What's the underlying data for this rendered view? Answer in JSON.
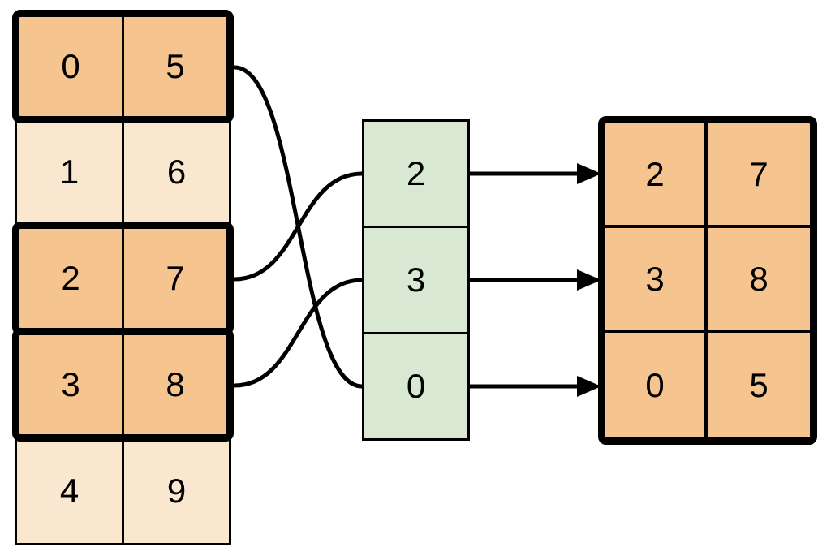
{
  "source_table": {
    "rows": [
      {
        "cells": [
          "0",
          "5"
        ],
        "highlighted": true
      },
      {
        "cells": [
          "1",
          "6"
        ],
        "highlighted": false
      },
      {
        "cells": [
          "2",
          "7"
        ],
        "highlighted": true
      },
      {
        "cells": [
          "3",
          "8"
        ],
        "highlighted": true
      },
      {
        "cells": [
          "4",
          "9"
        ],
        "highlighted": false
      }
    ]
  },
  "index_column": {
    "cells": [
      "2",
      "3",
      "0"
    ]
  },
  "result_table": {
    "rows": [
      {
        "cells": [
          "2",
          "7"
        ]
      },
      {
        "cells": [
          "3",
          "8"
        ]
      },
      {
        "cells": [
          "0",
          "5"
        ]
      }
    ]
  },
  "connections": {
    "curves": [
      {
        "source_row": 0,
        "index_position": 2,
        "index_value": "0"
      },
      {
        "source_row": 2,
        "index_position": 0,
        "index_value": "2"
      },
      {
        "source_row": 3,
        "index_position": 1,
        "index_value": "3"
      }
    ],
    "arrows": [
      {
        "index_position": 0,
        "result_row": 0
      },
      {
        "index_position": 1,
        "result_row": 1
      },
      {
        "index_position": 2,
        "result_row": 2
      }
    ]
  },
  "colors": {
    "highlight_fill": "#F6C48F",
    "muted_fill": "#FAE7D0",
    "index_fill": "#D9E8D3",
    "line": "#000000",
    "background": "#FFFFFF"
  }
}
